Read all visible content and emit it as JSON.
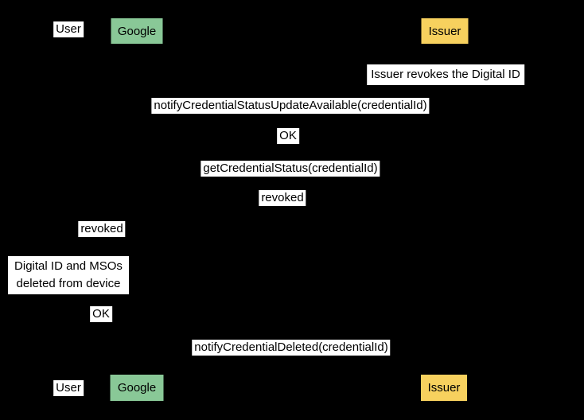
{
  "diagram": {
    "type": "sequence-diagram",
    "background_color": "#000000",
    "label_background_color": "#ffffff",
    "text_color": "#000000",
    "participants": {
      "user": {
        "label": "User",
        "fill": "#ffffff"
      },
      "google": {
        "label": "Google",
        "fill": "#89c897"
      },
      "issuer": {
        "label": "Issuer",
        "fill": "#f7d15e"
      }
    },
    "notes": {
      "issuer_revokes": "Issuer revokes the Digital ID",
      "deleted_from_device": "Digital ID and MSOs deleted from device"
    },
    "messages": {
      "notify_status_update": "notifyCredentialStatusUpdateAvailable(credentialId)",
      "ok_status_update": "OK",
      "get_credential_status": "getCredentialStatus(credentialId)",
      "revoked_response": "revoked",
      "revoked_to_user": "revoked",
      "ok_deleted": "OK",
      "notify_credential_deleted": "notifyCredentialDeleted(credentialId)"
    }
  }
}
